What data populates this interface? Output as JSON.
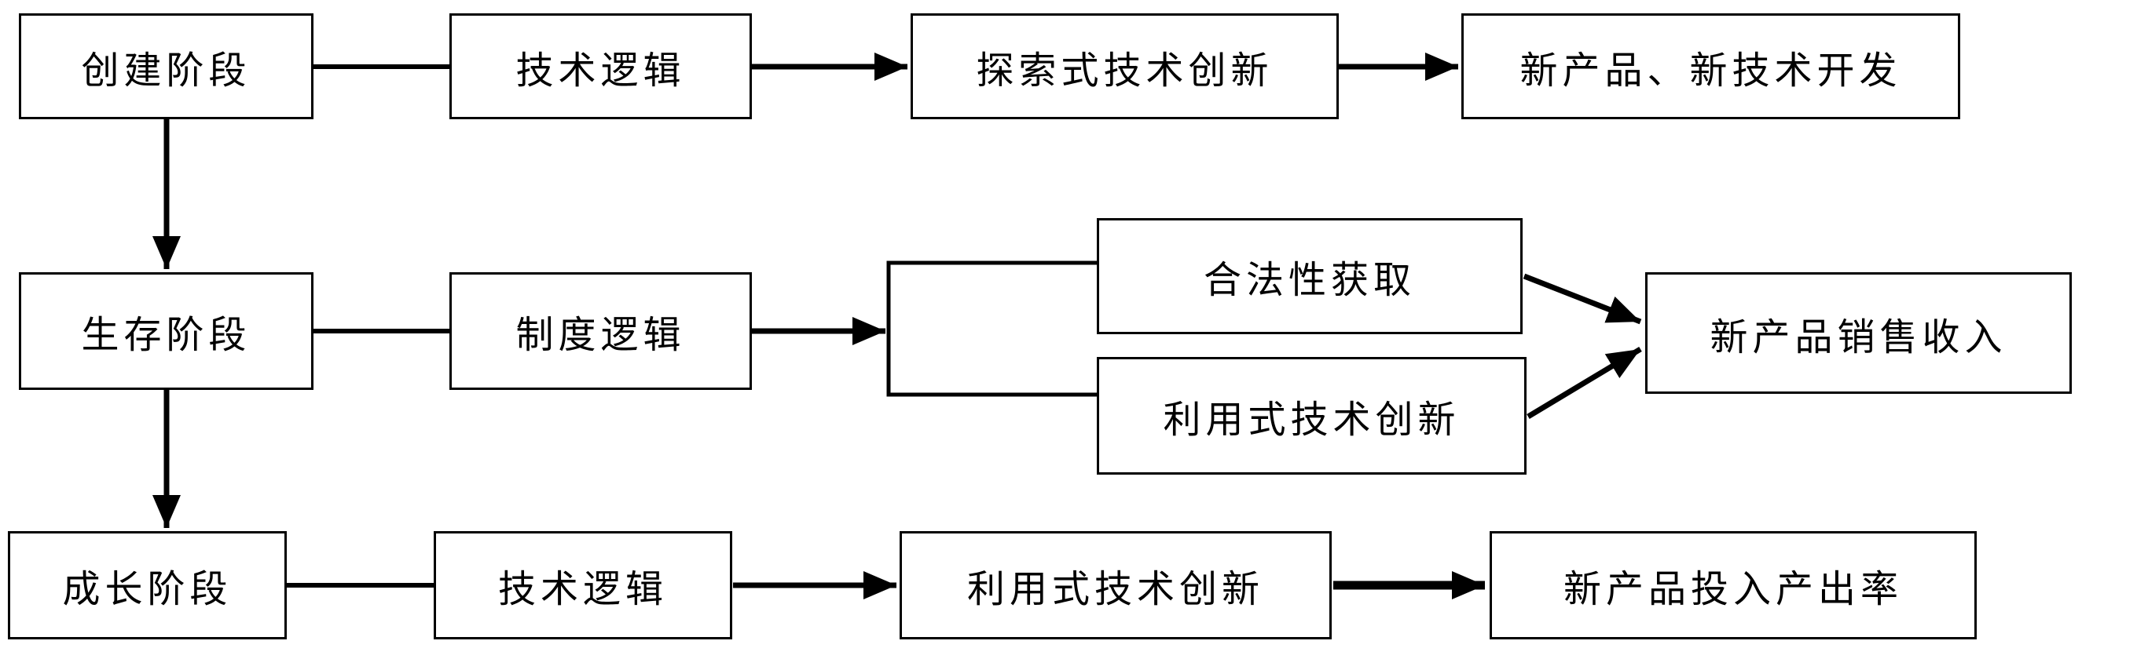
{
  "diagram": {
    "background_color": "#ffffff",
    "line_color": "#000000",
    "box_border_color": "#000000",
    "nodes": {
      "stage_creation": "创建阶段",
      "logic_tech_top": "技术逻辑",
      "exploratory_innovation": "探索式技术创新",
      "new_product_tech_dev": "新产品、新技术开发",
      "stage_survival": "生存阶段",
      "logic_institutional": "制度逻辑",
      "legitimacy_acquisition": "合法性获取",
      "exploitative_innovation_mid": "利用式技术创新",
      "new_product_sales": "新产品销售收入",
      "stage_growth": "成长阶段",
      "logic_tech_bottom": "技术逻辑",
      "exploitative_innovation_bottom": "利用式技术创新",
      "new_product_io_ratio": "新产品投入产出率"
    }
  }
}
